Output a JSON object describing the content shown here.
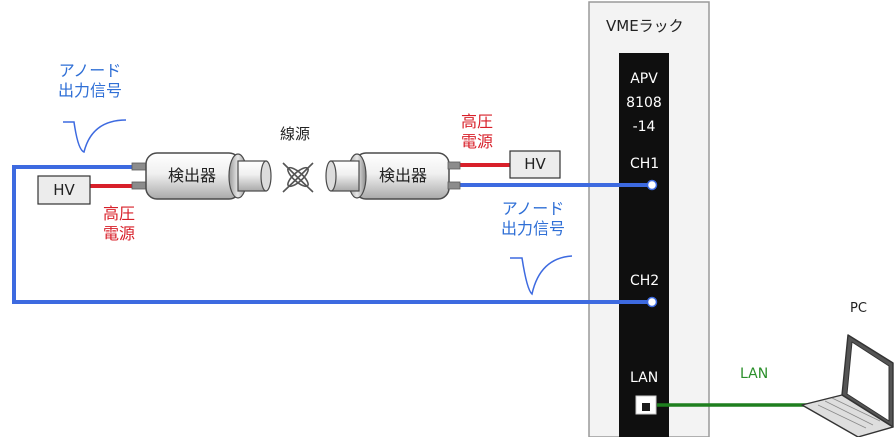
{
  "rack": {
    "title": "VMEラック",
    "module": {
      "name_lines": [
        "APV",
        "8108",
        "-14"
      ],
      "ch1": "CH1",
      "ch2": "CH2",
      "lan": "LAN"
    }
  },
  "source": {
    "label": "線源"
  },
  "left_side": {
    "anode_label": [
      "アノード",
      "出力信号"
    ],
    "detector_label": "検出器",
    "hv_box": "HV",
    "hv_label": [
      "高圧",
      "電源"
    ]
  },
  "right_side": {
    "detector_label": "検出器",
    "hv_box": "HV",
    "hv_label": [
      "高圧",
      "電源"
    ],
    "anode_label": [
      "アノード",
      "出力信号"
    ]
  },
  "network": {
    "cable_label": "LAN",
    "pc_label": "PC"
  },
  "colors": {
    "signal_cable": "#3d6ae0",
    "hv_cable": "#d8202a",
    "lan_cable": "#1e7f1e",
    "module_body": "#0f0f0f",
    "rack_panel": "#f3f3f3"
  },
  "icons": [
    "source-cross-icon",
    "laptop-icon",
    "lan-port-icon",
    "pulse-waveform-icon"
  ]
}
